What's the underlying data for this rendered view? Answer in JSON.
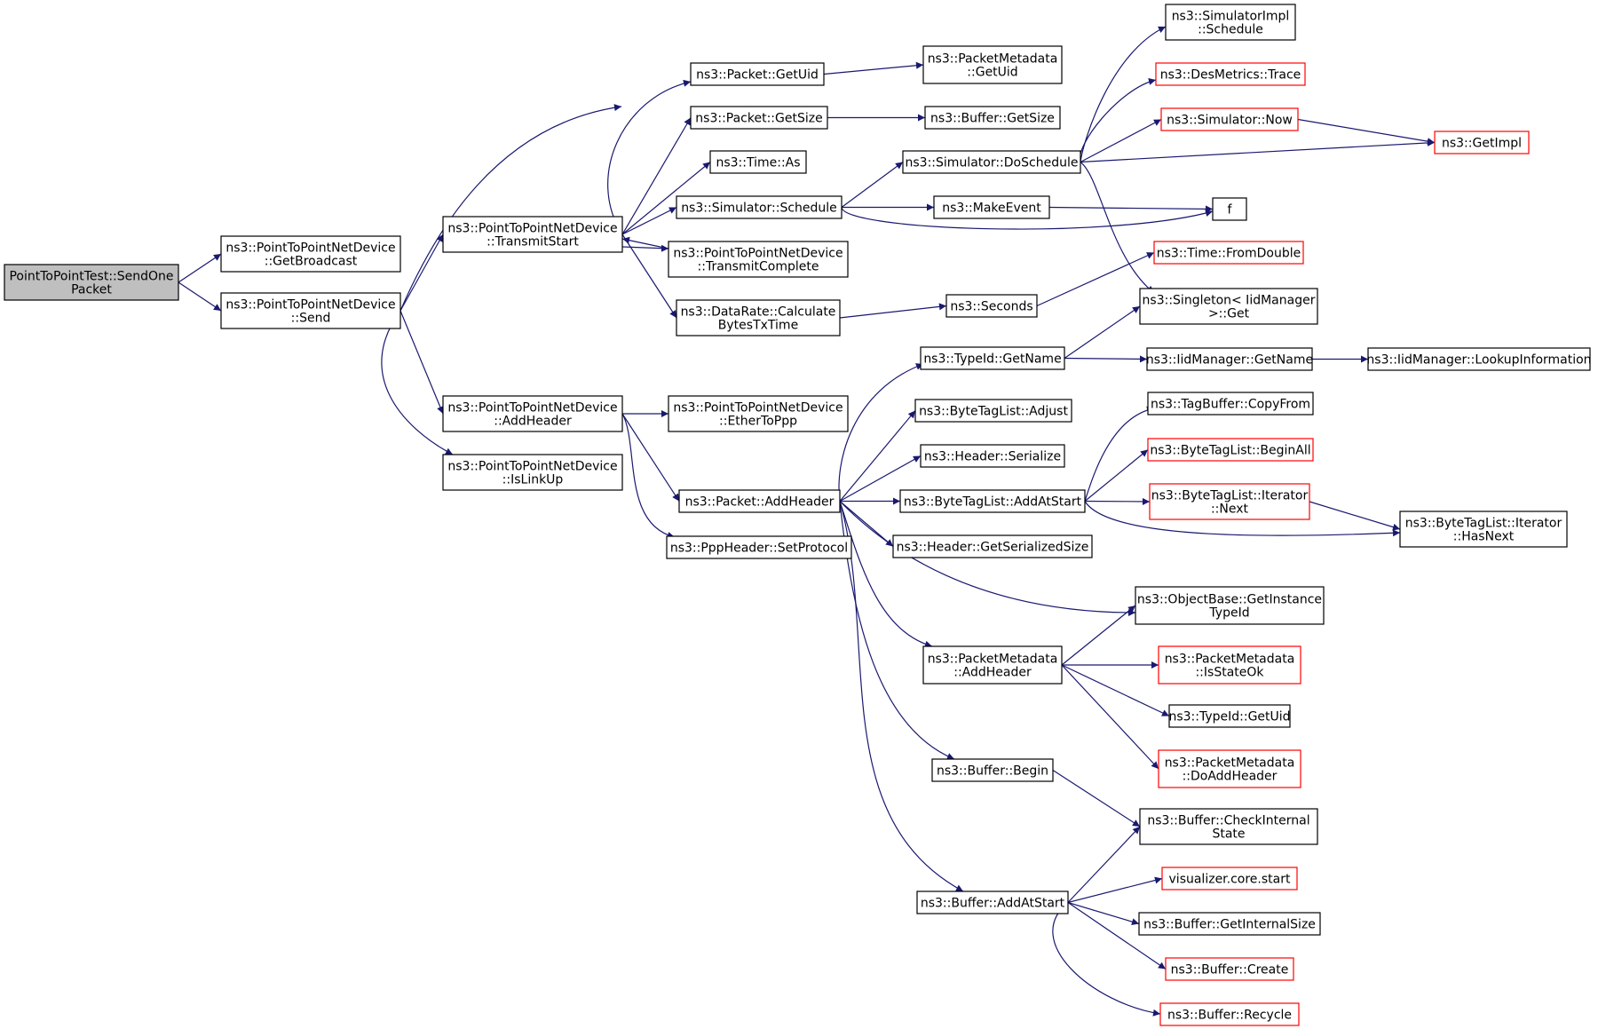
{
  "colors": {
    "edge": "#191970",
    "node_border": "#000000",
    "node_border_truncated": "#ff0000",
    "root_fill": "#bfbfbf"
  },
  "nodes": [
    {
      "id": "root",
      "lines": [
        "PointToPointTest::SendOne",
        "Packet"
      ],
      "kind": "root"
    },
    {
      "id": "getbroadcast",
      "lines": [
        "ns3::PointToPointNetDevice",
        "::GetBroadcast"
      ],
      "kind": "normal"
    },
    {
      "id": "send",
      "lines": [
        "ns3::PointToPointNetDevice",
        "::Send"
      ],
      "kind": "normal"
    },
    {
      "id": "transmitstart",
      "lines": [
        "ns3::PointToPointNetDevice",
        "::TransmitStart"
      ],
      "kind": "normal"
    },
    {
      "id": "p2p_addheader",
      "lines": [
        "ns3::PointToPointNetDevice",
        "::AddHeader"
      ],
      "kind": "normal"
    },
    {
      "id": "islinkup",
      "lines": [
        "ns3::PointToPointNetDevice",
        "::IsLinkUp"
      ],
      "kind": "normal"
    },
    {
      "id": "packet_getuid",
      "lines": [
        "ns3::Packet::GetUid"
      ],
      "kind": "normal"
    },
    {
      "id": "packet_getsize",
      "lines": [
        "ns3::Packet::GetSize"
      ],
      "kind": "normal"
    },
    {
      "id": "time_as",
      "lines": [
        "ns3::Time::As"
      ],
      "kind": "normal"
    },
    {
      "id": "sim_schedule",
      "lines": [
        "ns3::Simulator::Schedule"
      ],
      "kind": "normal"
    },
    {
      "id": "transmitcomplete",
      "lines": [
        "ns3::PointToPointNetDevice",
        "::TransmitComplete"
      ],
      "kind": "normal"
    },
    {
      "id": "datarate",
      "lines": [
        "ns3::DataRate::Calculate",
        "BytesTxTime"
      ],
      "kind": "normal"
    },
    {
      "id": "ethertoppp",
      "lines": [
        "ns3::PointToPointNetDevice",
        "::EtherToPpp"
      ],
      "kind": "normal"
    },
    {
      "id": "packet_addheader",
      "lines": [
        "ns3::Packet::AddHeader"
      ],
      "kind": "normal"
    },
    {
      "id": "ppp_setprotocol",
      "lines": [
        "ns3::PppHeader::SetProtocol"
      ],
      "kind": "normal"
    },
    {
      "id": "pm_getuid",
      "lines": [
        "ns3::PacketMetadata",
        "::GetUid"
      ],
      "kind": "normal"
    },
    {
      "id": "buffer_getsize",
      "lines": [
        "ns3::Buffer::GetSize"
      ],
      "kind": "normal"
    },
    {
      "id": "sim_doschedule",
      "lines": [
        "ns3::Simulator::DoSchedule"
      ],
      "kind": "normal"
    },
    {
      "id": "makeevent",
      "lines": [
        "ns3::MakeEvent"
      ],
      "kind": "normal"
    },
    {
      "id": "seconds",
      "lines": [
        "ns3::Seconds"
      ],
      "kind": "normal"
    },
    {
      "id": "typeid_getname",
      "lines": [
        "ns3::TypeId::GetName"
      ],
      "kind": "normal"
    },
    {
      "id": "btl_adjust",
      "lines": [
        "ns3::ByteTagList::Adjust"
      ],
      "kind": "normal"
    },
    {
      "id": "header_serialize",
      "lines": [
        "ns3::Header::Serialize"
      ],
      "kind": "normal"
    },
    {
      "id": "btl_addatstart",
      "lines": [
        "ns3::ByteTagList::AddAtStart"
      ],
      "kind": "normal"
    },
    {
      "id": "header_getserializedsize",
      "lines": [
        "ns3::Header::GetSerializedSize"
      ],
      "kind": "normal"
    },
    {
      "id": "pm_addheader",
      "lines": [
        "ns3::PacketMetadata",
        "::AddHeader"
      ],
      "kind": "normal"
    },
    {
      "id": "buffer_begin",
      "lines": [
        "ns3::Buffer::Begin"
      ],
      "kind": "normal"
    },
    {
      "id": "buffer_addatstart",
      "lines": [
        "ns3::Buffer::AddAtStart"
      ],
      "kind": "normal"
    },
    {
      "id": "simimpl_schedule",
      "lines": [
        "ns3::SimulatorImpl",
        "::Schedule"
      ],
      "kind": "normal"
    },
    {
      "id": "desmetrics",
      "lines": [
        "ns3::DesMetrics::Trace"
      ],
      "kind": "truncated"
    },
    {
      "id": "sim_now",
      "lines": [
        "ns3::Simulator::Now"
      ],
      "kind": "truncated"
    },
    {
      "id": "getimpl",
      "lines": [
        "ns3::GetImpl"
      ],
      "kind": "truncated"
    },
    {
      "id": "f",
      "lines": [
        "f"
      ],
      "kind": "normal"
    },
    {
      "id": "time_fromdouble",
      "lines": [
        "ns3::Time::FromDouble"
      ],
      "kind": "truncated"
    },
    {
      "id": "singleton",
      "lines": [
        "ns3::Singleton< IidManager",
        " >::Get"
      ],
      "kind": "normal"
    },
    {
      "id": "iid_getname",
      "lines": [
        "ns3::IidManager::GetName"
      ],
      "kind": "normal"
    },
    {
      "id": "iid_lookup",
      "lines": [
        "ns3::IidManager::LookupInformation"
      ],
      "kind": "normal"
    },
    {
      "id": "tagbuffer_copyfrom",
      "lines": [
        "ns3::TagBuffer::CopyFrom"
      ],
      "kind": "normal"
    },
    {
      "id": "btl_beginall",
      "lines": [
        "ns3::ByteTagList::BeginAll"
      ],
      "kind": "truncated"
    },
    {
      "id": "btl_iter_next",
      "lines": [
        "ns3::ByteTagList::Iterator",
        "::Next"
      ],
      "kind": "truncated"
    },
    {
      "id": "btl_iter_hasnext",
      "lines": [
        "ns3::ByteTagList::Iterator",
        "::HasNext"
      ],
      "kind": "normal"
    },
    {
      "id": "objectbase",
      "lines": [
        "ns3::ObjectBase::GetInstance",
        "TypeId"
      ],
      "kind": "normal"
    },
    {
      "id": "pm_isstateok",
      "lines": [
        "ns3::PacketMetadata",
        "::IsStateOk"
      ],
      "kind": "truncated"
    },
    {
      "id": "typeid_getuid",
      "lines": [
        "ns3::TypeId::GetUid"
      ],
      "kind": "normal"
    },
    {
      "id": "pm_doaddheader",
      "lines": [
        "ns3::PacketMetadata",
        "::DoAddHeader"
      ],
      "kind": "truncated"
    },
    {
      "id": "buffer_checkinternal",
      "lines": [
        "ns3::Buffer::CheckInternal",
        "State"
      ],
      "kind": "normal"
    },
    {
      "id": "vis_start",
      "lines": [
        "visualizer.core.start"
      ],
      "kind": "truncated"
    },
    {
      "id": "buffer_getinternalsize",
      "lines": [
        "ns3::Buffer::GetInternalSize"
      ],
      "kind": "normal"
    },
    {
      "id": "buffer_create",
      "lines": [
        "ns3::Buffer::Create"
      ],
      "kind": "truncated"
    },
    {
      "id": "buffer_recycle",
      "lines": [
        "ns3::Buffer::Recycle"
      ],
      "kind": "truncated"
    }
  ],
  "edges": [
    [
      "root",
      "getbroadcast"
    ],
    [
      "root",
      "send"
    ],
    [
      "send",
      "packet_getuid"
    ],
    [
      "send",
      "transmitstart"
    ],
    [
      "send",
      "p2p_addheader"
    ],
    [
      "send",
      "islinkup"
    ],
    [
      "transmitstart",
      "packet_getuid"
    ],
    [
      "transmitstart",
      "packet_getsize"
    ],
    [
      "transmitstart",
      "time_as"
    ],
    [
      "transmitstart",
      "sim_schedule"
    ],
    [
      "transmitstart",
      "transmitcomplete"
    ],
    [
      "transmitstart",
      "datarate"
    ],
    [
      "transmitcomplete",
      "transmitstart"
    ],
    [
      "packet_getuid",
      "pm_getuid"
    ],
    [
      "packet_getsize",
      "buffer_getsize"
    ],
    [
      "sim_schedule",
      "sim_doschedule"
    ],
    [
      "sim_schedule",
      "makeevent"
    ],
    [
      "sim_schedule",
      "f"
    ],
    [
      "makeevent",
      "f"
    ],
    [
      "sim_doschedule",
      "simimpl_schedule"
    ],
    [
      "sim_doschedule",
      "desmetrics"
    ],
    [
      "sim_doschedule",
      "sim_now"
    ],
    [
      "sim_doschedule",
      "getimpl"
    ],
    [
      "sim_doschedule",
      "singleton"
    ],
    [
      "sim_now",
      "getimpl"
    ],
    [
      "datarate",
      "seconds"
    ],
    [
      "seconds",
      "time_fromdouble"
    ],
    [
      "p2p_addheader",
      "ethertoppp"
    ],
    [
      "p2p_addheader",
      "packet_addheader"
    ],
    [
      "p2p_addheader",
      "ppp_setprotocol"
    ],
    [
      "packet_addheader",
      "typeid_getname"
    ],
    [
      "packet_addheader",
      "btl_adjust"
    ],
    [
      "packet_addheader",
      "header_serialize"
    ],
    [
      "packet_addheader",
      "btl_addatstart"
    ],
    [
      "packet_addheader",
      "header_getserializedsize"
    ],
    [
      "packet_addheader",
      "objectbase"
    ],
    [
      "packet_addheader",
      "pm_addheader"
    ],
    [
      "packet_addheader",
      "buffer_begin"
    ],
    [
      "packet_addheader",
      "buffer_addatstart"
    ],
    [
      "typeid_getname",
      "singleton"
    ],
    [
      "typeid_getname",
      "iid_getname"
    ],
    [
      "iid_getname",
      "iid_lookup"
    ],
    [
      "btl_addatstart",
      "tagbuffer_copyfrom"
    ],
    [
      "btl_addatstart",
      "btl_beginall"
    ],
    [
      "btl_addatstart",
      "btl_iter_next"
    ],
    [
      "btl_addatstart",
      "btl_iter_hasnext"
    ],
    [
      "btl_iter_next",
      "btl_iter_hasnext"
    ],
    [
      "pm_addheader",
      "objectbase"
    ],
    [
      "pm_addheader",
      "pm_isstateok"
    ],
    [
      "pm_addheader",
      "typeid_getuid"
    ],
    [
      "pm_addheader",
      "pm_doaddheader"
    ],
    [
      "buffer_begin",
      "buffer_checkinternal"
    ],
    [
      "buffer_addatstart",
      "buffer_checkinternal"
    ],
    [
      "buffer_addatstart",
      "vis_start"
    ],
    [
      "buffer_addatstart",
      "buffer_getinternalsize"
    ],
    [
      "buffer_addatstart",
      "buffer_create"
    ],
    [
      "buffer_addatstart",
      "buffer_recycle"
    ]
  ]
}
